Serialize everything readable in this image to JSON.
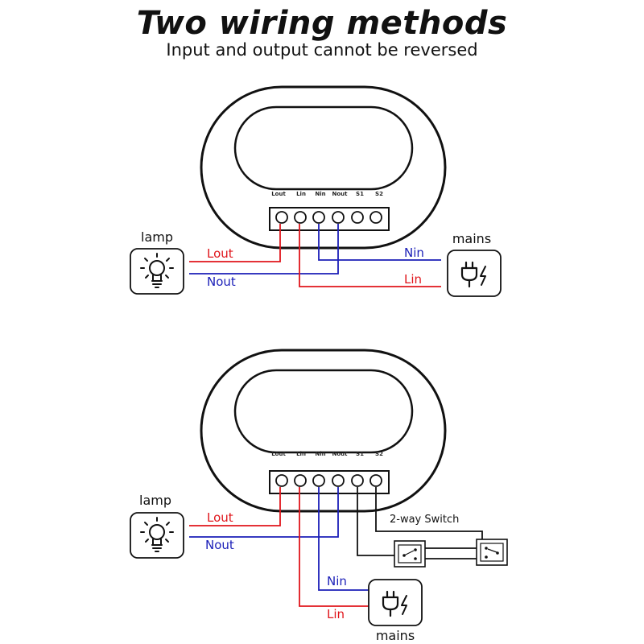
{
  "title": "Two wiring methods",
  "subtitle": "Input and output cannot be reversed",
  "terminals": [
    "Lout",
    "Lin",
    "Nin",
    "Nout",
    "S1",
    "S2"
  ],
  "wires": {
    "lout": "Lout",
    "nout": "Nout",
    "nin": "Nin",
    "lin": "Lin"
  },
  "devices": {
    "lamp": "lamp",
    "mains": "mains",
    "switch": "2-way Switch"
  },
  "colors": {
    "live": "#e0151b",
    "neutral": "#1b1fb8",
    "line": "#111111"
  },
  "icons": [
    "light-bulb-icon",
    "power-plug-icon",
    "two-way-switch-icon"
  ]
}
